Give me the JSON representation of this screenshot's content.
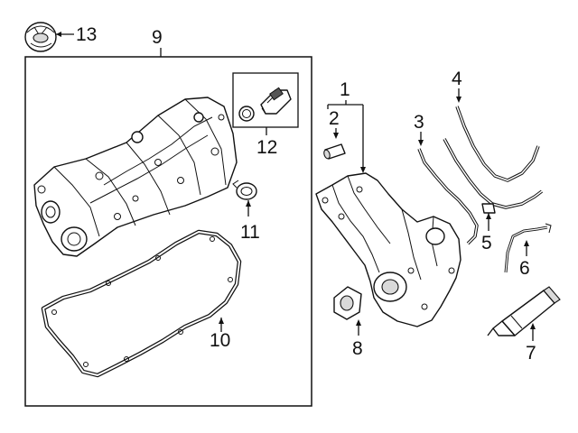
{
  "diagram": {
    "callouts": [
      {
        "id": "13",
        "label": "13",
        "part": "oil-filler-cap"
      },
      {
        "id": "9",
        "label": "9",
        "part": "valve-cover"
      },
      {
        "id": "12",
        "label": "12",
        "part": "pcv-valve-kit"
      },
      {
        "id": "11",
        "label": "11",
        "part": "hose-clamp"
      },
      {
        "id": "10",
        "label": "10",
        "part": "valve-cover-gasket"
      },
      {
        "id": "1",
        "label": "1",
        "part": "timing-cover"
      },
      {
        "id": "2",
        "label": "2",
        "part": "dowel-pin"
      },
      {
        "id": "3",
        "label": "3",
        "part": "timing-cover-gasket"
      },
      {
        "id": "4",
        "label": "4",
        "part": "upper-gasket-seal"
      },
      {
        "id": "5",
        "label": "5",
        "part": "lower-seal"
      },
      {
        "id": "6",
        "label": "6",
        "part": "clip-seal"
      },
      {
        "id": "8",
        "label": "8",
        "part": "port-seal"
      },
      {
        "id": "7",
        "label": "7",
        "part": "sealant-tube"
      }
    ],
    "colors": {
      "line": "#111111",
      "background": "#ffffff",
      "shade": "#d9d9d9"
    }
  }
}
